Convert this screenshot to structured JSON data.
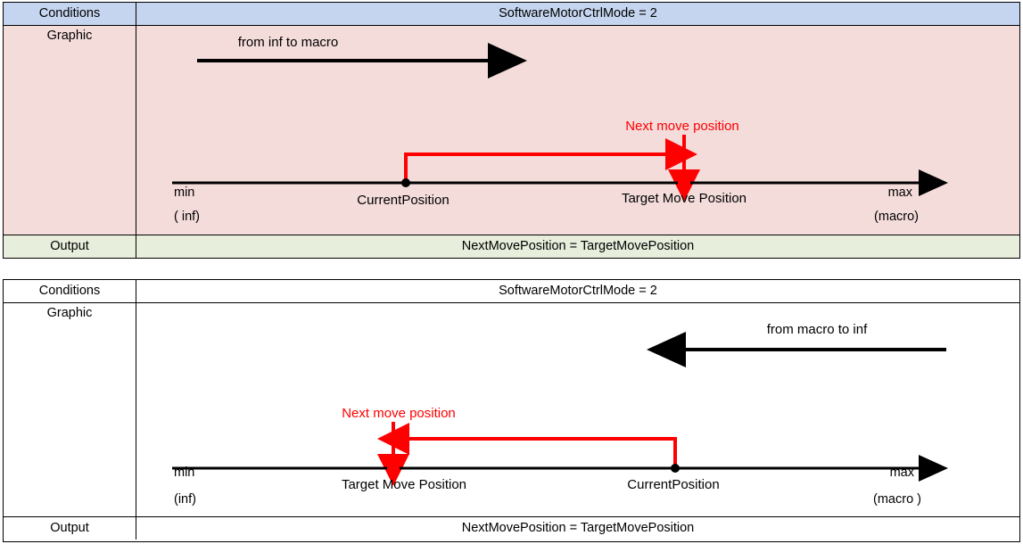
{
  "panels": [
    {
      "id": "panel-inf-to-macro",
      "rows": {
        "conditions_label": "Conditions",
        "conditions_value": "SoftwareMotorCtrlMode = 2",
        "graphic_label": "Graphic",
        "output_label": "Output",
        "output_value": "NextMovePosition = TargetMovePosition"
      },
      "graphic": {
        "direction_label": "from inf to macro",
        "direction": "right",
        "annotation_label": "Next move position",
        "axis_min_label": "min",
        "axis_min_sub": "( inf)",
        "axis_max_label": "max",
        "axis_max_sub": "(macro)",
        "current_position_label": "CurrentPosition",
        "target_position_label": "Target Move Position"
      }
    },
    {
      "id": "panel-macro-to-inf",
      "rows": {
        "conditions_label": "Conditions",
        "conditions_value": "SoftwareMotorCtrlMode = 2",
        "graphic_label": "Graphic",
        "output_label": "Output",
        "output_value": "NextMovePosition = TargetMovePosition"
      },
      "graphic": {
        "direction_label": "from macro to inf",
        "direction": "left",
        "annotation_label": "Next move position",
        "axis_min_label": "min",
        "axis_min_sub": "(inf)",
        "axis_max_label": "max",
        "axis_max_sub": "(macro )",
        "current_position_label": "CurrentPosition",
        "target_position_label": "Target Move Position"
      }
    }
  ],
  "colors": {
    "conditions_band": "#c5d5ef",
    "graphic_band_1": "#f4dcdb",
    "graphic_band_2": "#ffffff",
    "output_band": "#e7eedc",
    "accent_red": "#ff0000",
    "axis_black": "#000000"
  }
}
